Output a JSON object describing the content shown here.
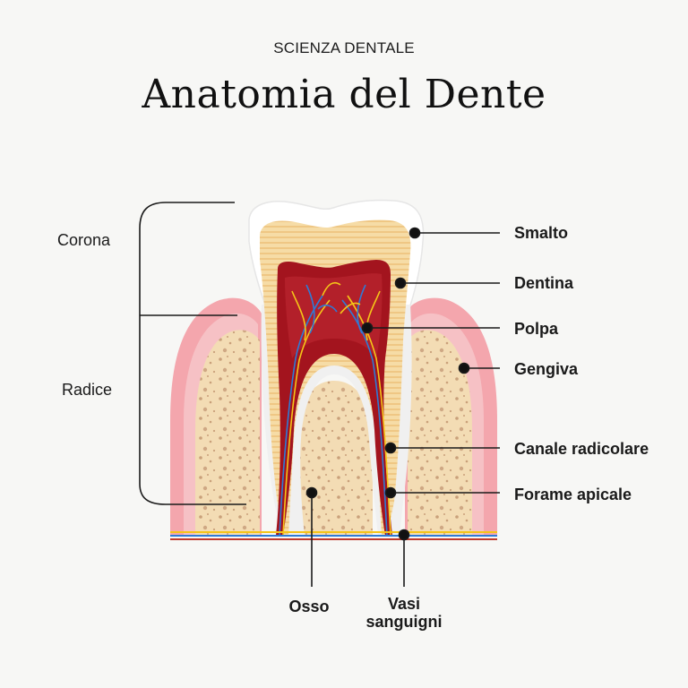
{
  "header": {
    "kicker": "SCIENZA DENTALE",
    "title": "Anatomia del Dente"
  },
  "labels": {
    "corona": "Corona",
    "radice": "Radice",
    "smalto": "Smalto",
    "dentina": "Dentina",
    "polpa": "Polpa",
    "gengiva": "Gengiva",
    "canale_radicolare": "Canale radicolare",
    "forame_apicale": "Forame apicale",
    "osso": "Osso",
    "vasi_line1": "Vasi",
    "vasi_line2": "sanguigni"
  },
  "colors": {
    "background": "#f7f7f5",
    "enamel": "#ffffff",
    "dentin": "#f5d9a0",
    "pulp": "#a3141e",
    "gum": "#f4a6ad",
    "bone": "#f3dcb4",
    "nerve": "#f5c518",
    "vessel_blue": "#2e7bd6"
  }
}
